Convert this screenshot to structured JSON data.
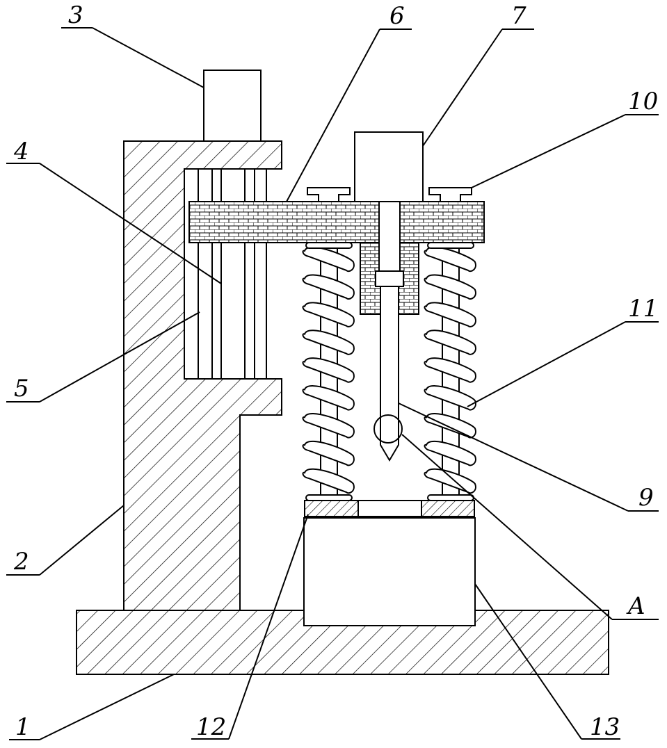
{
  "diagram": {
    "type": "mechanical-patent-drawing",
    "line_color": "#000000",
    "background": "#ffffff",
    "hatch_patterns": [
      "diagonal-hatch",
      "brick-hatch"
    ],
    "reference_numerals": {
      "n1": "1",
      "n2": "2",
      "n3": "3",
      "n4": "4",
      "n5": "5",
      "n6": "6",
      "n7": "7",
      "n9": "9",
      "n10": "10",
      "n11": "11",
      "n12": "12",
      "n13": "13",
      "nA": "A"
    }
  }
}
